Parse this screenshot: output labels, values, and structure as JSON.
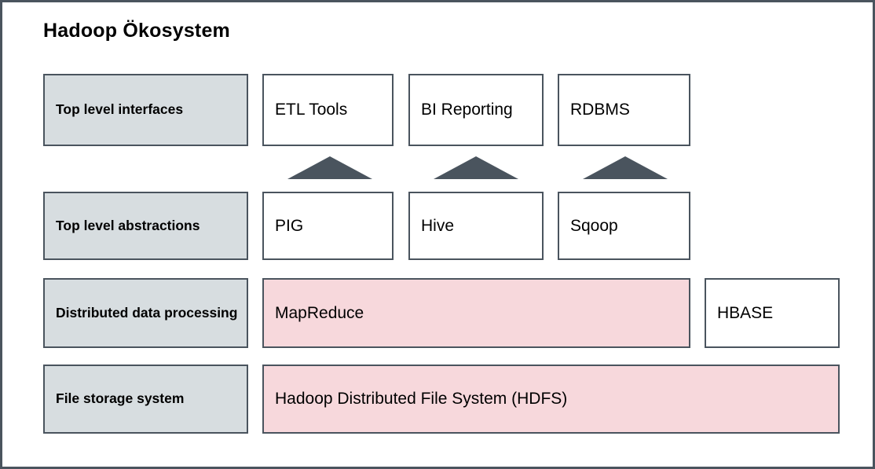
{
  "diagram": {
    "title": "Hadoop Ökosystem",
    "colors": {
      "border": "#4a545e",
      "category_fill": "#d7dde0",
      "highlight_fill": "#f7d8dc",
      "node_fill": "#ffffff",
      "arrow_fill": "#4a545e",
      "page_background": "#ffffff"
    },
    "rows": [
      {
        "category": "Top level interfaces",
        "nodes": [
          "ETL Tools",
          "BI Reporting",
          "RDBMS"
        ]
      },
      {
        "category": "Top level abstractions",
        "nodes": [
          "PIG",
          "Hive",
          "Sqoop"
        ]
      },
      {
        "category": "Distributed data processing",
        "nodes": [
          "MapReduce",
          "HBASE"
        ]
      },
      {
        "category": "File storage system",
        "nodes": [
          "Hadoop Distributed File System (HDFS)"
        ]
      }
    ],
    "connectors": {
      "type": "up-arrow",
      "count": 3,
      "from_row": "Top level abstractions",
      "to_row": "Top level interfaces",
      "pairs": [
        {
          "from": "PIG",
          "to": "ETL Tools"
        },
        {
          "from": "Hive",
          "to": "BI Reporting"
        },
        {
          "from": "Sqoop",
          "to": "RDBMS"
        }
      ]
    }
  }
}
